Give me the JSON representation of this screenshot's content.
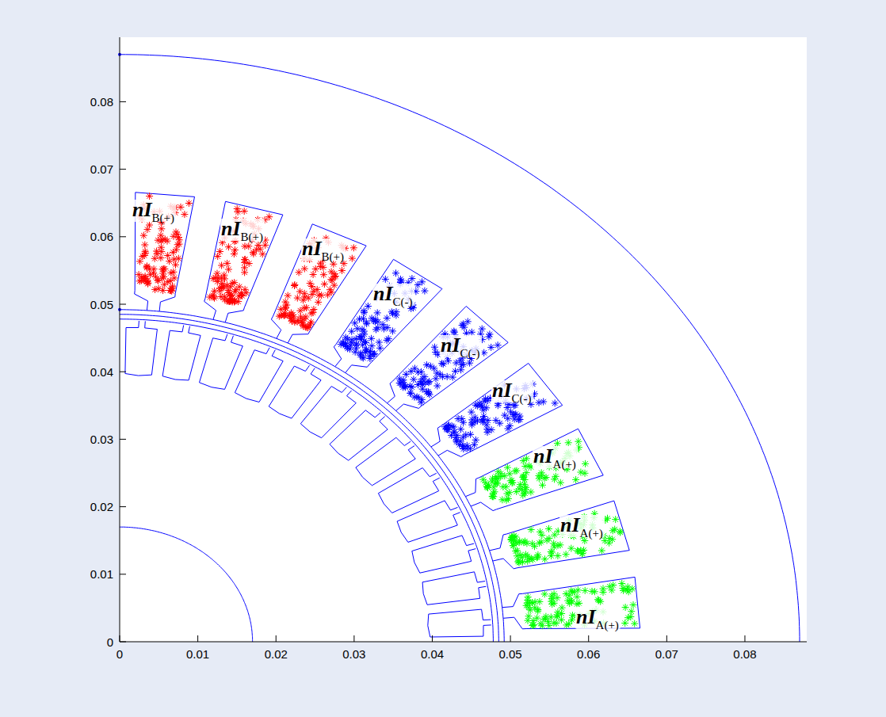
{
  "diagram": {
    "labels": [
      "0",
      "0.01",
      "0.02",
      "0.03",
      "0.04",
      "0.05",
      "0.06",
      "0.07",
      "0.08",
      "0",
      "0.01",
      "0.02",
      "0.03",
      "0.04",
      "0.05",
      "0.06",
      "0.07",
      "0.08",
      "nI",
      "B(+)",
      "nI",
      "B(+)",
      "nI",
      "B(+)",
      "nI",
      "C(-)",
      "nI",
      "C(-)",
      "nI",
      "C(-)",
      "nI",
      "A(+)",
      "nI",
      "A(+)",
      "nI",
      "A(+)"
    ]
  }
}
